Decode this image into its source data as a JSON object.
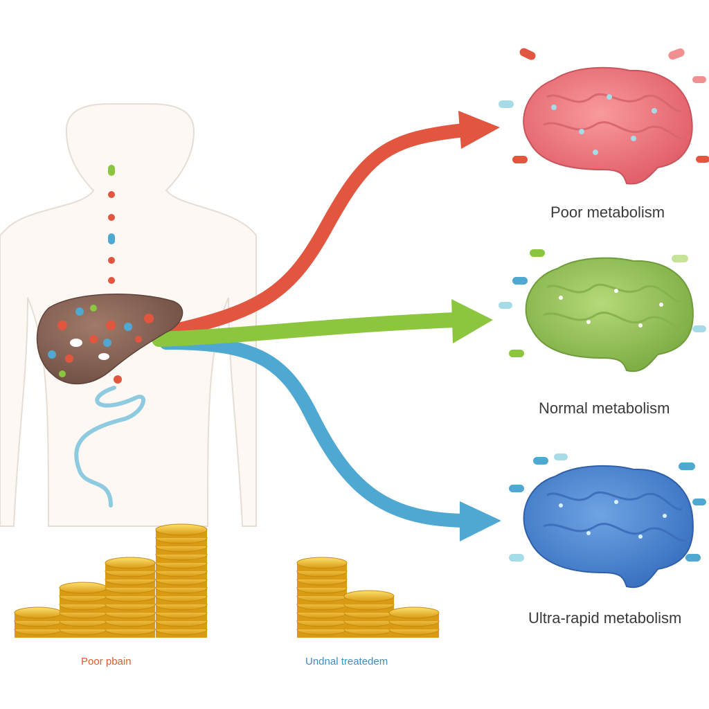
{
  "labels": {
    "poor": "Poor metabolism",
    "normal": "Normal metabolism",
    "ultra": "Ultra-rapid metabolism"
  },
  "cost_labels": {
    "left": "Poor pbain",
    "right": "Undnal treatedem"
  },
  "colors": {
    "poor": "#e2553f",
    "normal": "#8cc63f",
    "ultra": "#4fa8d1",
    "brain_poor": "#ef7b80",
    "brain_normal": "#93c05a",
    "brain_ultra": "#4a86cf",
    "liver": "#8a6658",
    "coin": "#f2c230"
  },
  "icons": {
    "body": "human-silhouette-icon",
    "liver": "liver-icon",
    "brain": "brain-icon",
    "coins": "coin-stack-icon",
    "pill": "pill-icon"
  }
}
